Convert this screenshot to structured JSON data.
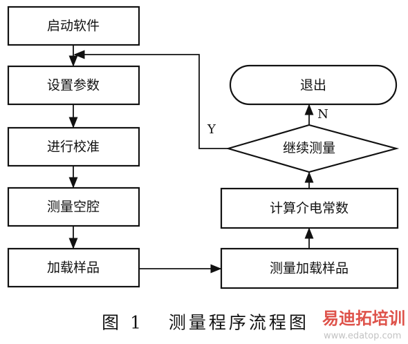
{
  "nodes": {
    "start": "启动软件",
    "set_params": "设置参数",
    "calibrate": "进行校准",
    "measure_empty": "测量空腔",
    "load_sample": "加载样品",
    "measure_loaded": "测量加载样品",
    "compute": "计算介电常数",
    "continue": "继续测量",
    "exit": "退出"
  },
  "edge_labels": {
    "yes": "Y",
    "no": "N"
  },
  "caption": "图 1   测量程序流程图",
  "watermark": {
    "brand": "易迪拓培训",
    "url": "www.edatop.com"
  }
}
